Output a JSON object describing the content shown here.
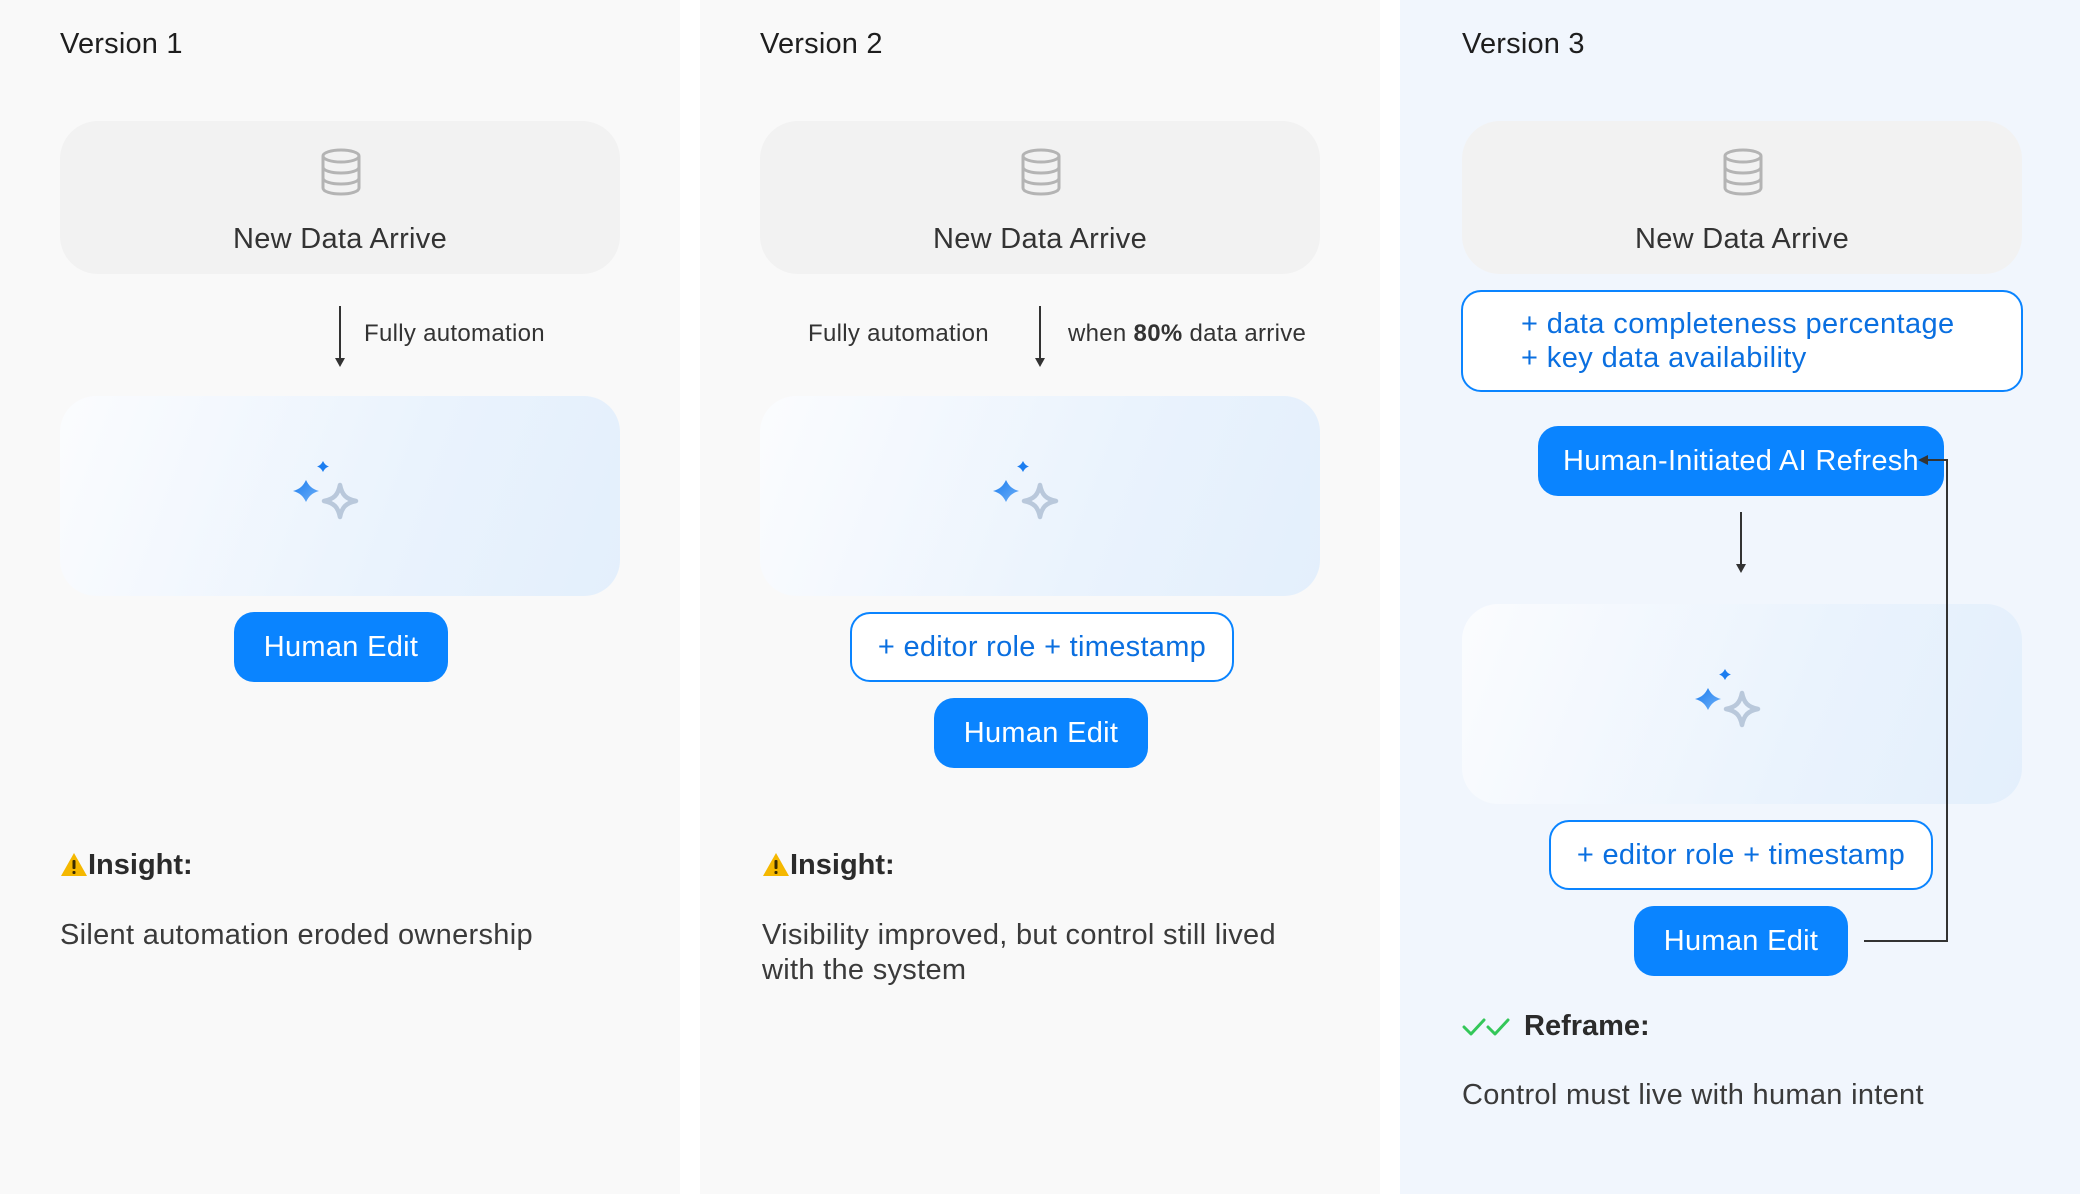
{
  "columns": [
    {
      "title": "Version 1",
      "data_card": {
        "label": "New Data Arrive",
        "icon": "database-icon"
      },
      "arrow": {
        "right_label": "Fully automation"
      },
      "ai_card": {
        "icon": "sparkle-icon"
      },
      "human_edit": "Human Edit",
      "insight": {
        "icon": "warning-icon",
        "heading": "Insight:",
        "text": "Silent automation eroded ownership"
      }
    },
    {
      "title": "Version 2",
      "data_card": {
        "label": "New Data Arrive",
        "icon": "database-icon"
      },
      "arrow": {
        "left_label": "Fully automation",
        "right_prefix": "when ",
        "right_bold": "80%",
        "right_suffix": " data arrive"
      },
      "ai_card": {
        "icon": "sparkle-icon"
      },
      "meta_tag": "+ editor role + timestamp",
      "human_edit": "Human Edit",
      "insight": {
        "icon": "warning-icon",
        "heading": "Insight:",
        "line1": "Visibility improved, but control still lived",
        "line2": "with the system"
      }
    },
    {
      "title": "Version 3",
      "data_card": {
        "label": "New Data Arrive",
        "icon": "database-icon"
      },
      "signals": [
        "+ data completeness percentage",
        "+ key data availability"
      ],
      "refresh_button": "Human-Initiated AI Refresh",
      "ai_card": {
        "icon": "sparkle-icon"
      },
      "meta_tag": "+ editor role + timestamp",
      "human_edit": "Human Edit",
      "reframe": {
        "icon": "double-check-icon",
        "heading": "Reframe:",
        "text": "Control must live with human intent"
      }
    }
  ],
  "colors": {
    "primary": "#0a84ff",
    "primary_text": "#0a6fe0",
    "warning": "#f5b800",
    "success": "#34c759",
    "column_bg": "#f9f9f9",
    "column_bg_highlight": "#f1f6fd"
  }
}
